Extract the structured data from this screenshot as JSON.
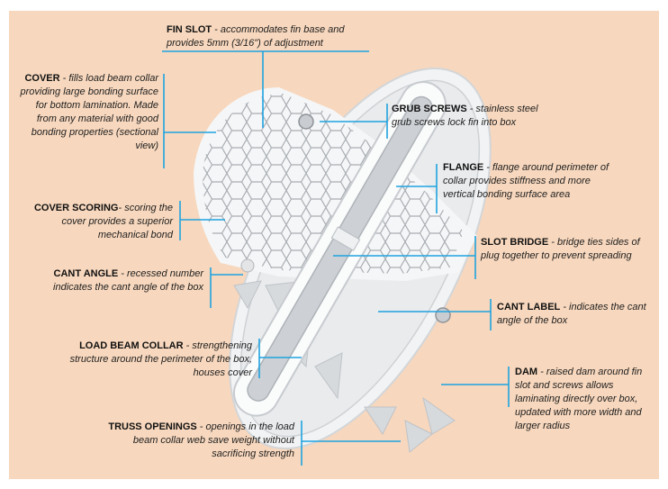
{
  "colors": {
    "background": "#f7d7bd",
    "leader_line": "#1fa3e0",
    "part": "#f4f5f6",
    "part_shadow": "#c9cdd1",
    "text": "#1f1f1f"
  },
  "callouts": {
    "fin_slot": {
      "title": "FIN SLOT",
      "desc": " - accommodates fin base and provides 5mm (3/16\") of adjustment"
    },
    "cover": {
      "title": "COVER",
      "desc": " - fills load beam collar providing large bonding surface for bottom lamination. Made from any material with good bonding properties (sectional view)"
    },
    "grub_screws": {
      "title": "GRUB SCREWS",
      "desc": " - stainless steel grub screws lock fin into box"
    },
    "flange": {
      "title": "FLANGE",
      "desc": " - flange around perimeter of collar provides stiffness and more vertical bonding surface area"
    },
    "cover_scoring": {
      "title": "COVER SCORING",
      "desc": "- scoring the cover provides a superior mechanical bond"
    },
    "slot_bridge": {
      "title": "SLOT BRIDGE",
      "desc": " - bridge ties sides of plug together to prevent spreading"
    },
    "cant_angle": {
      "title": "CANT ANGLE",
      "desc": " - recessed number indicates the cant angle of the box"
    },
    "cant_label": {
      "title": "CANT LABEL",
      "desc": " - indicates the cant angle of the box"
    },
    "load_beam": {
      "title": "LOAD BEAM COLLAR",
      "desc": " - strengthening structure around the perimeter of the box, houses cover"
    },
    "dam": {
      "title": "DAM",
      "desc": " - raised dam around fin slot and screws allows laminating directly over box, updated with more width and larger radius"
    },
    "truss_openings": {
      "title": "TRUSS OPENINGS",
      "desc": " - openings in the load beam collar web save weight without sacrificing strength"
    }
  }
}
